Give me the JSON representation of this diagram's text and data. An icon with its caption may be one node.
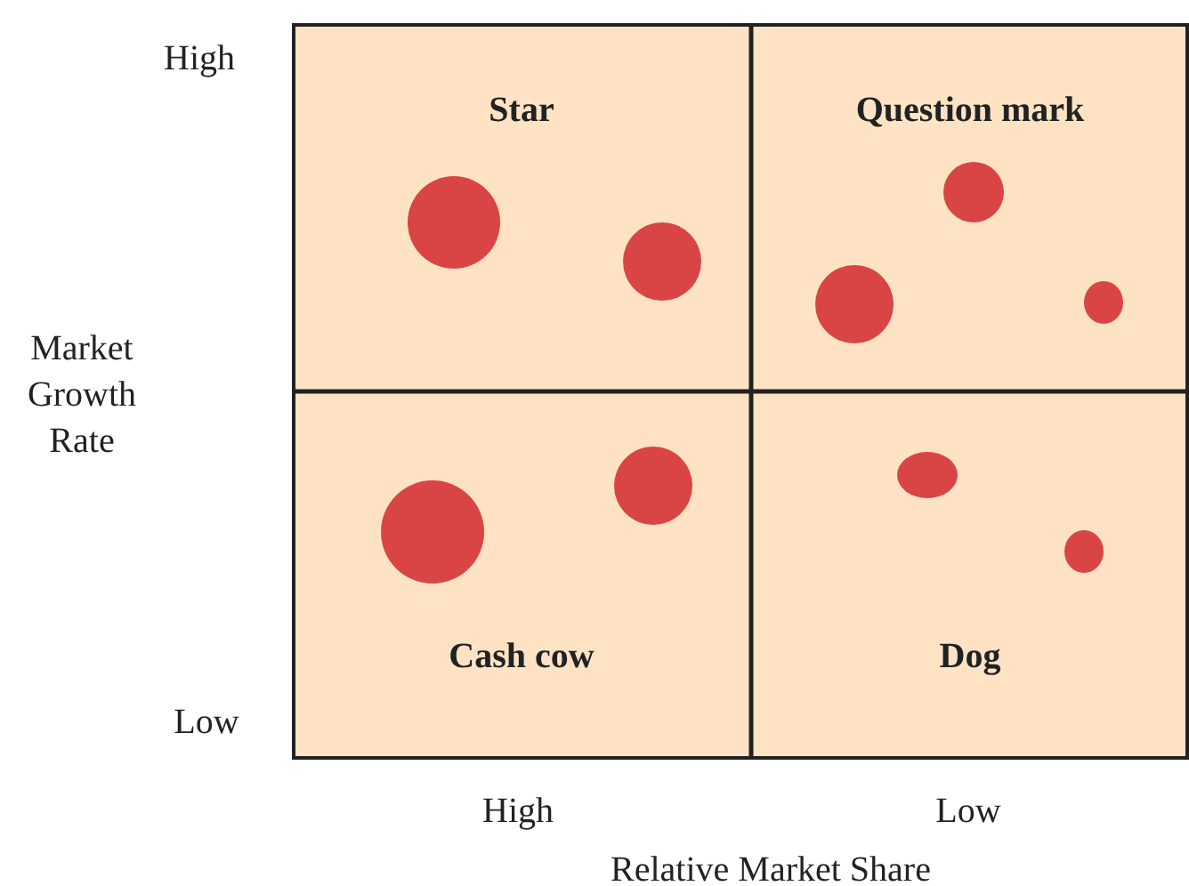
{
  "diagram": {
    "nodes": [
      {
        "text": [
          "Star"
        ]
      },
      {
        "text": [
          "Question mark"
        ]
      },
      {
        "text": [
          "Cash cow"
        ]
      },
      {
        "text": [
          "Dog"
        ]
      }
    ],
    "labels": [
      "High",
      "Low",
      "Market Growth Rate",
      "High",
      "Low",
      "Relative Market Share"
    ]
  }
}
